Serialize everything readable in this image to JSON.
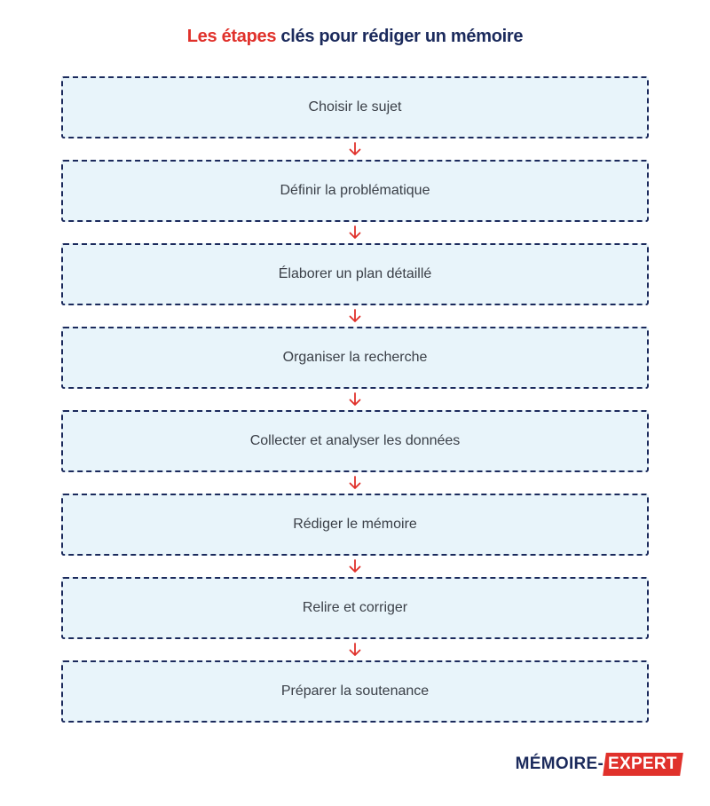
{
  "title": {
    "accent": "Les étapes",
    "rest": " clés pour rédiger un mémoire"
  },
  "steps": [
    {
      "label": "Choisir le sujet"
    },
    {
      "label": "Définir la problématique"
    },
    {
      "label": "Élaborer un plan détaillé"
    },
    {
      "label": "Organiser la recherche"
    },
    {
      "label": "Collecter et analyser les données"
    },
    {
      "label": "Rédiger le mémoire"
    },
    {
      "label": "Relire et corriger"
    },
    {
      "label": "Préparer la soutenance"
    }
  ],
  "logo": {
    "part1": "MÉMOIRE-",
    "part2": "EXPERT"
  },
  "colors": {
    "accent": "#e0312b",
    "navy": "#1b2a5c",
    "box_fill": "#e8f4fa",
    "text": "#3a3f47"
  }
}
